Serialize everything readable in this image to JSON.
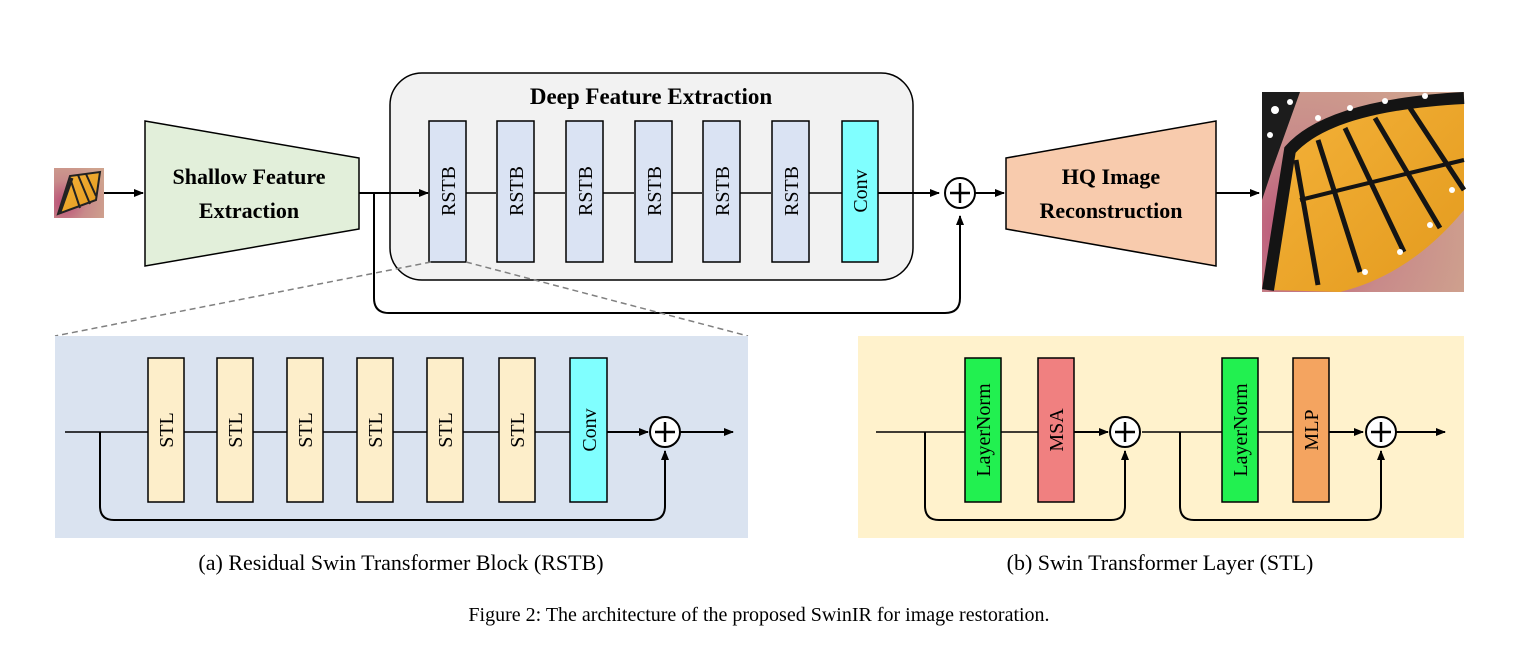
{
  "main": {
    "shallow_label": [
      "Shallow Feature",
      "Extraction"
    ],
    "deep_title": "Deep Feature Extraction",
    "rstb_blocks": [
      "RSTB",
      "RSTB",
      "RSTB",
      "RSTB",
      "RSTB",
      "RSTB"
    ],
    "deep_conv": "Conv",
    "hq_label": [
      "HQ Image",
      "Reconstruction"
    ],
    "colors": {
      "shallow_fill": "#e2efda",
      "deep_panel_fill": "#f2f2f2",
      "rstb_fill": "#dae3f3",
      "conv_fill": "#80ffff",
      "hq_fill": "#f8cbad"
    }
  },
  "rstb_panel": {
    "stl_blocks": [
      "STL",
      "STL",
      "STL",
      "STL",
      "STL",
      "STL"
    ],
    "conv": "Conv",
    "caption": "(a) Residual Swin Transformer Block (RSTB)",
    "colors": {
      "panel_fill": "#dae3f0",
      "stl_fill": "#fdeeca",
      "conv_fill": "#80ffff"
    }
  },
  "stl_panel": {
    "blocks": [
      {
        "label": "LayerNorm",
        "color": "#22f050"
      },
      {
        "label": "MSA",
        "color": "#f08080"
      },
      {
        "label": "LayerNorm",
        "color": "#22f050"
      },
      {
        "label": "MLP",
        "color": "#f4a460"
      }
    ],
    "caption": "(b) Swin Transformer Layer (STL)",
    "colors": {
      "panel_fill": "#fff2cc"
    }
  },
  "figure_caption": "Figure 2: The architecture of the proposed SwinIR for image restoration.",
  "icons": [
    "input-butterfly-thumbnail-icon",
    "output-butterfly-image-icon",
    "plus-node-icon"
  ]
}
